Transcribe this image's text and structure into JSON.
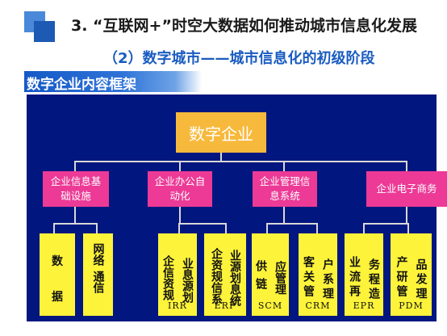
{
  "header": {
    "title": "3. “互联网+”时空大数据如何推动城市信息化发展",
    "subtitle": "（2）数字城市——城市信息化的初级阶段",
    "section": "数字企业内容框架"
  },
  "colors": {
    "diagram_background": "#02167f",
    "root_box": "#f7b93c",
    "category_box": "#ec3a96",
    "leaf_box": "#fcf33a",
    "connector": "#d8d8d8"
  },
  "diagram": {
    "root": "数字企业",
    "categories": [
      {
        "label": "企业信息基础设施"
      },
      {
        "label": "企业办公自动化"
      },
      {
        "label": "企业管理信息系统"
      },
      {
        "label": "企业电子商务"
      }
    ],
    "leaves": [
      {
        "cols": [
          "数",
          "据"
        ],
        "abbr": ""
      },
      {
        "cols": [
          "网络",
          "通信"
        ],
        "abbr": ""
      },
      {
        "cols": [
          "企信资规",
          "业息源划"
        ],
        "abbr": "IRR"
      },
      {
        "cols": [
          "企资规信系",
          "业源划息统"
        ],
        "abbr": "ERP"
      },
      {
        "cols": [
          "供链",
          "应管理"
        ],
        "abbr": "SCM"
      },
      {
        "cols": [
          "客关管",
          "户系理"
        ],
        "abbr": "CRM"
      },
      {
        "cols": [
          "业流再",
          "务程造"
        ],
        "abbr": "EPR"
      },
      {
        "cols": [
          "产研管",
          "品发理"
        ],
        "abbr": "PDM"
      }
    ]
  }
}
